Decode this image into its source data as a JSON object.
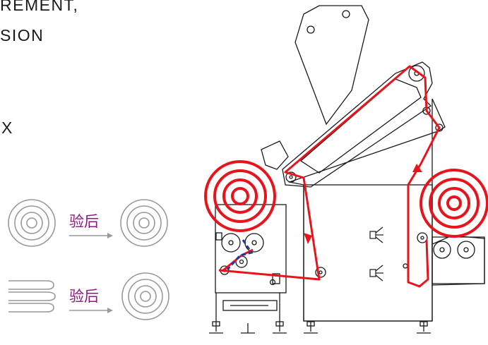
{
  "heading": {
    "line1": "REMENT,",
    "line2": "SION",
    "line3": "X"
  },
  "process_labels": {
    "top": "验后",
    "bottom": "验后"
  },
  "colors": {
    "web_path": "#e8141c",
    "machine_outline": "#1a1a1a",
    "label": "#8b1a7a",
    "roll_icon": "#999999",
    "dashed_guide": "#1a3aa8"
  },
  "icons": [
    "spiral-roll-icon",
    "flat-stack-icon",
    "arrow-right-icon",
    "roll-icon",
    "sensor-icon"
  ]
}
